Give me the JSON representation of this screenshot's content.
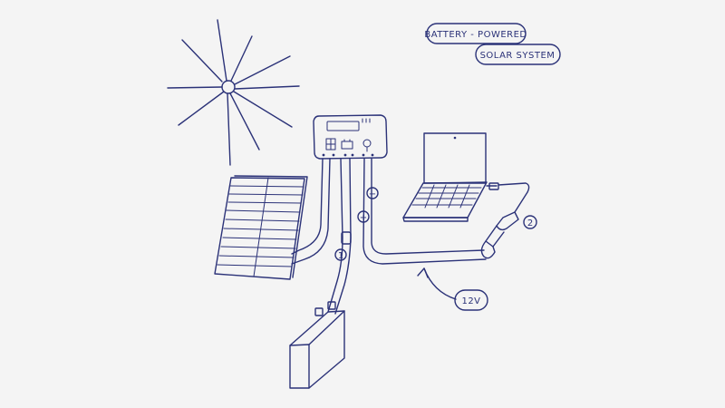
{
  "title": {
    "line1": "BATTERY - POWERED",
    "line2": "SOLAR SYSTEM"
  },
  "labels": {
    "voltage": "12V",
    "marker_1": "1",
    "marker_2": "2",
    "minus": "−",
    "plus": "+"
  },
  "colors": {
    "background": "#f4f4f4",
    "ink": "#2b3278"
  },
  "components": {
    "sun": "sun-icon",
    "solar_panel": "solar-panel-icon",
    "charge_controller": "charge-controller-icon",
    "battery": "battery-icon",
    "laptop": "laptop-icon",
    "plug": "plug-icon",
    "fuse": "fuse-icon"
  }
}
